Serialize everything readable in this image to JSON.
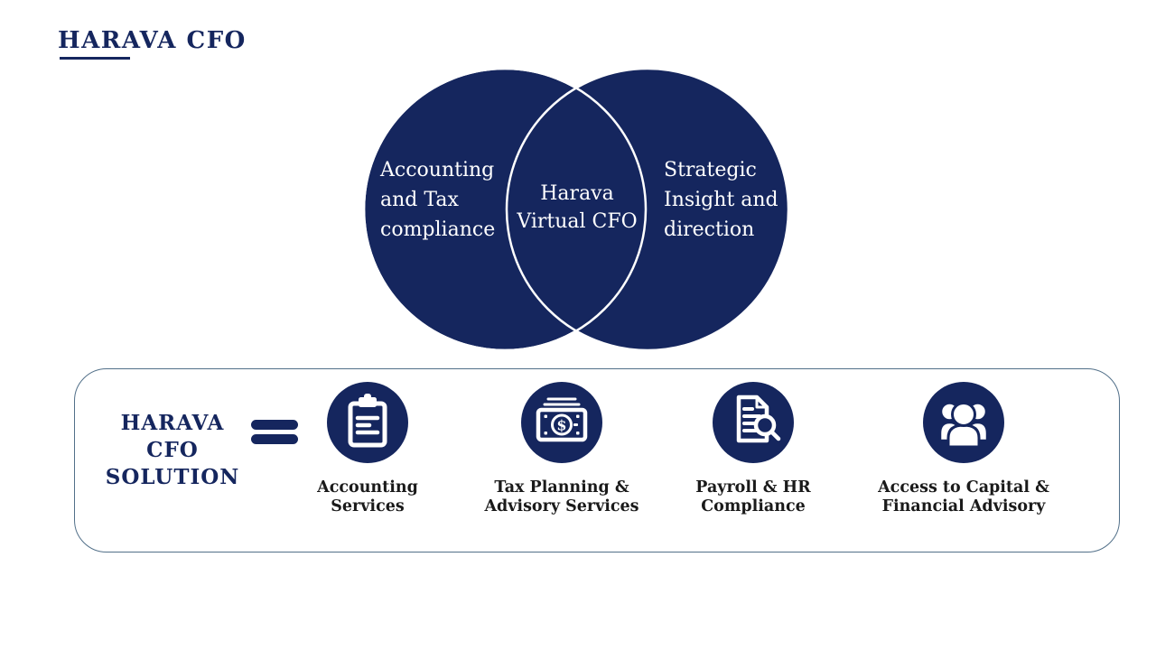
{
  "colors": {
    "navy": "#15265E",
    "label_text": "#1A1A1A",
    "panel_border": "#527089",
    "venn_outline": "#FFFFFF",
    "background": "#FFFFFF"
  },
  "header": {
    "title": "HARAVA CFO"
  },
  "venn": {
    "left_circle": {
      "lines": [
        "Accounting",
        "and Tax",
        "compliance"
      ]
    },
    "center_overlap": {
      "lines": [
        "Harava",
        "Virtual CFO"
      ]
    },
    "right_circle": {
      "lines": [
        "Strategic",
        "Insight and",
        "direction"
      ]
    }
  },
  "solution_panel": {
    "heading_lines": [
      "HARAVA",
      "CFO",
      "SOLUTION"
    ],
    "equals_symbol": "=",
    "money_symbol": "$",
    "services": [
      {
        "icon": "clipboard-icon",
        "label_lines": [
          "Accounting",
          "Services"
        ]
      },
      {
        "icon": "money-icon",
        "label_lines": [
          "Tax Planning &",
          "Advisory Services"
        ]
      },
      {
        "icon": "document-search-icon",
        "label_lines": [
          "Payroll & HR",
          "Compliance"
        ]
      },
      {
        "icon": "people-icon",
        "label_lines": [
          "Access to Capital &",
          "Financial Advisory"
        ]
      }
    ]
  }
}
